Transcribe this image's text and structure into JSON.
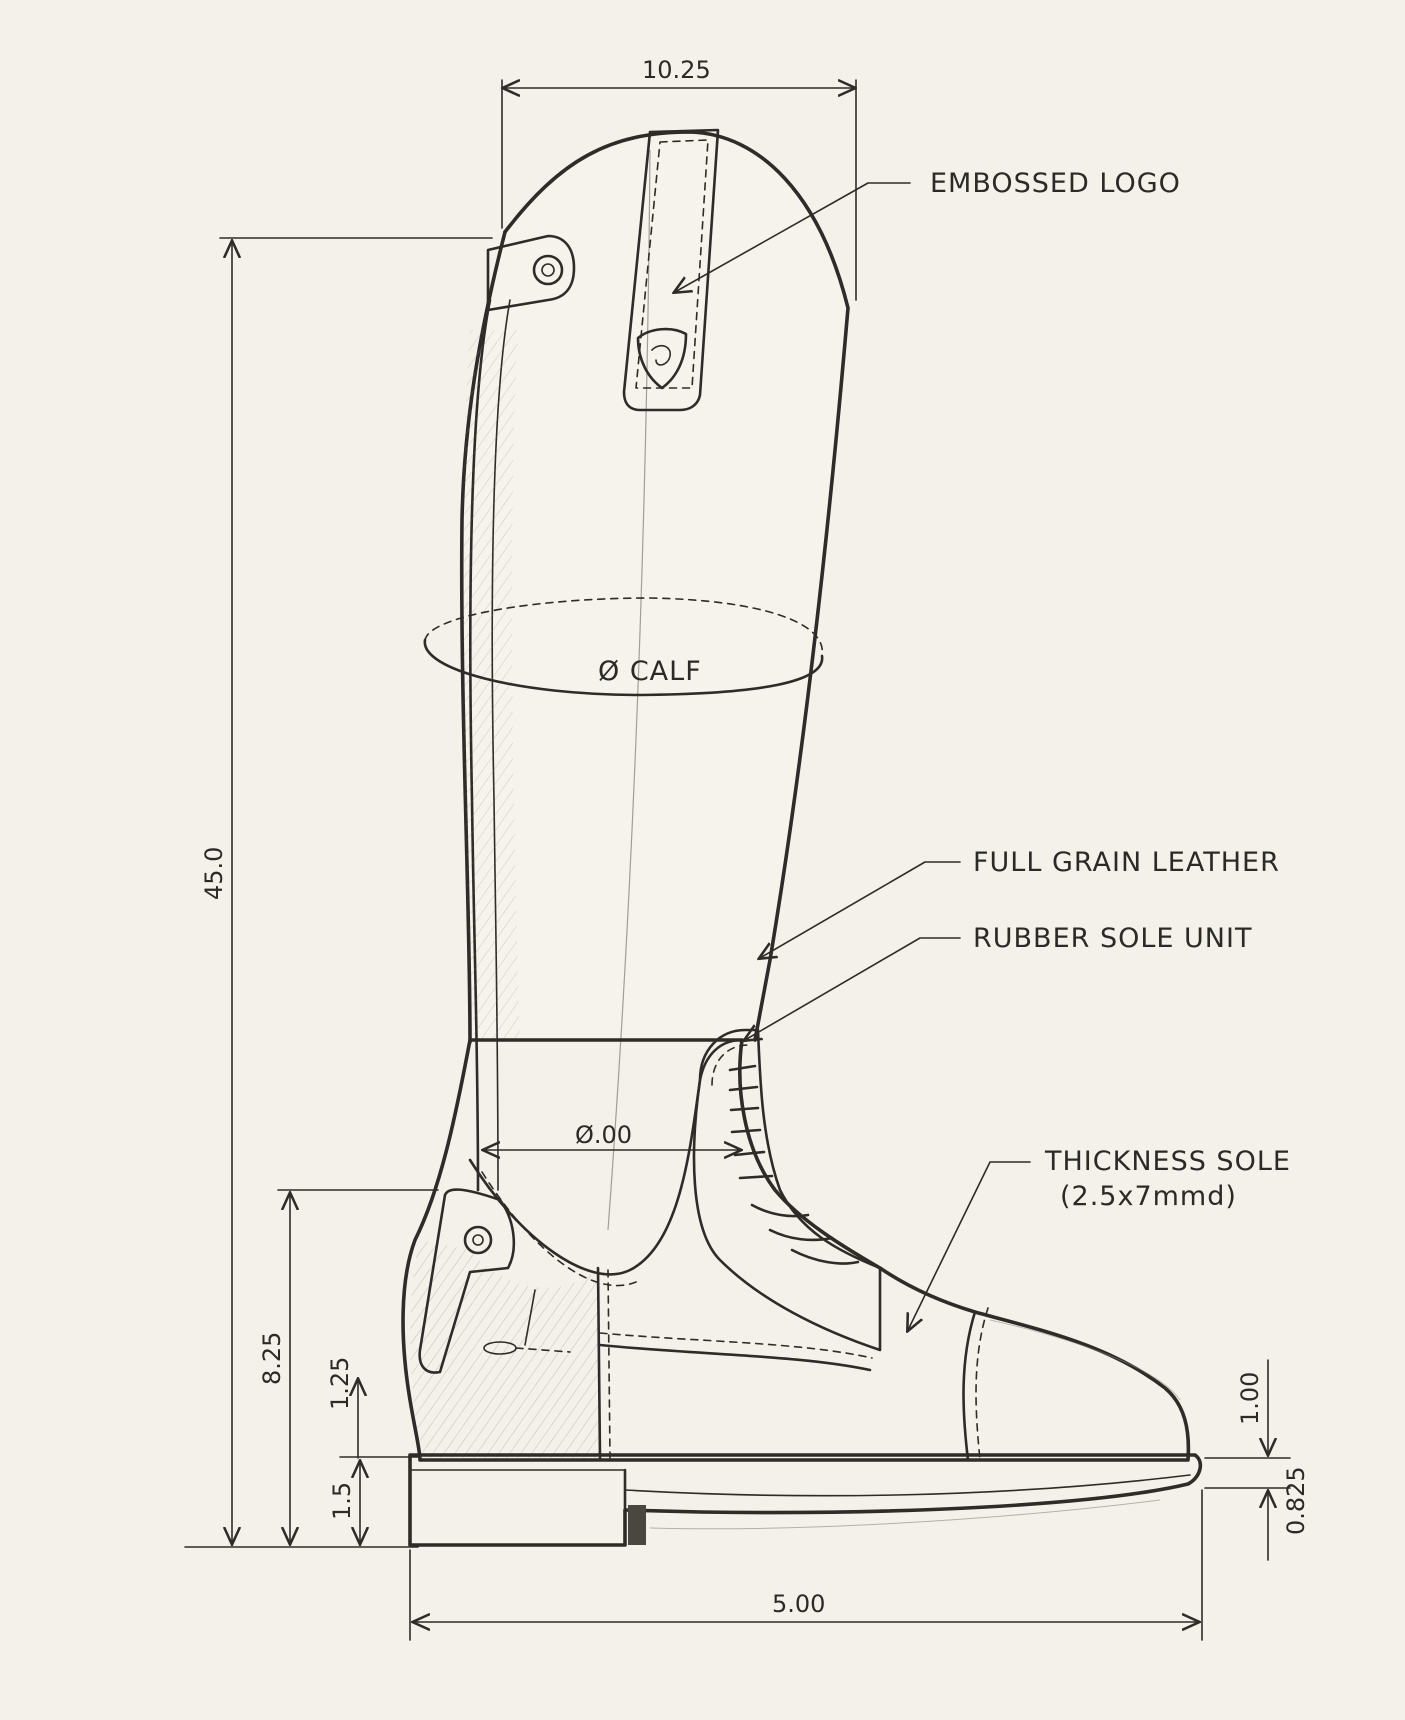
{
  "callouts": {
    "embossed_logo": "EMBOSSED LOGO",
    "full_grain_leather": "FULL GRAIN LEATHER",
    "rubber_sole_unit": "RUBBER SOLE UNIT",
    "thickness_sole_line1": "THICKNESS SOLE",
    "thickness_sole_line2": "(2.5x7mmd)",
    "calf": "Ø CALF",
    "ankle": "Ø.00"
  },
  "dimensions": {
    "top_width": "10.25",
    "total_height": "45.0",
    "ankle_height": "8.25",
    "counter_height": "1.25",
    "heel_height": "1.5",
    "sole_length": "5.00",
    "toe_height": "1.00",
    "sole_thickness": "0.825"
  },
  "colors": {
    "paper": "#f4f1ea",
    "ink": "#2e2b28"
  }
}
